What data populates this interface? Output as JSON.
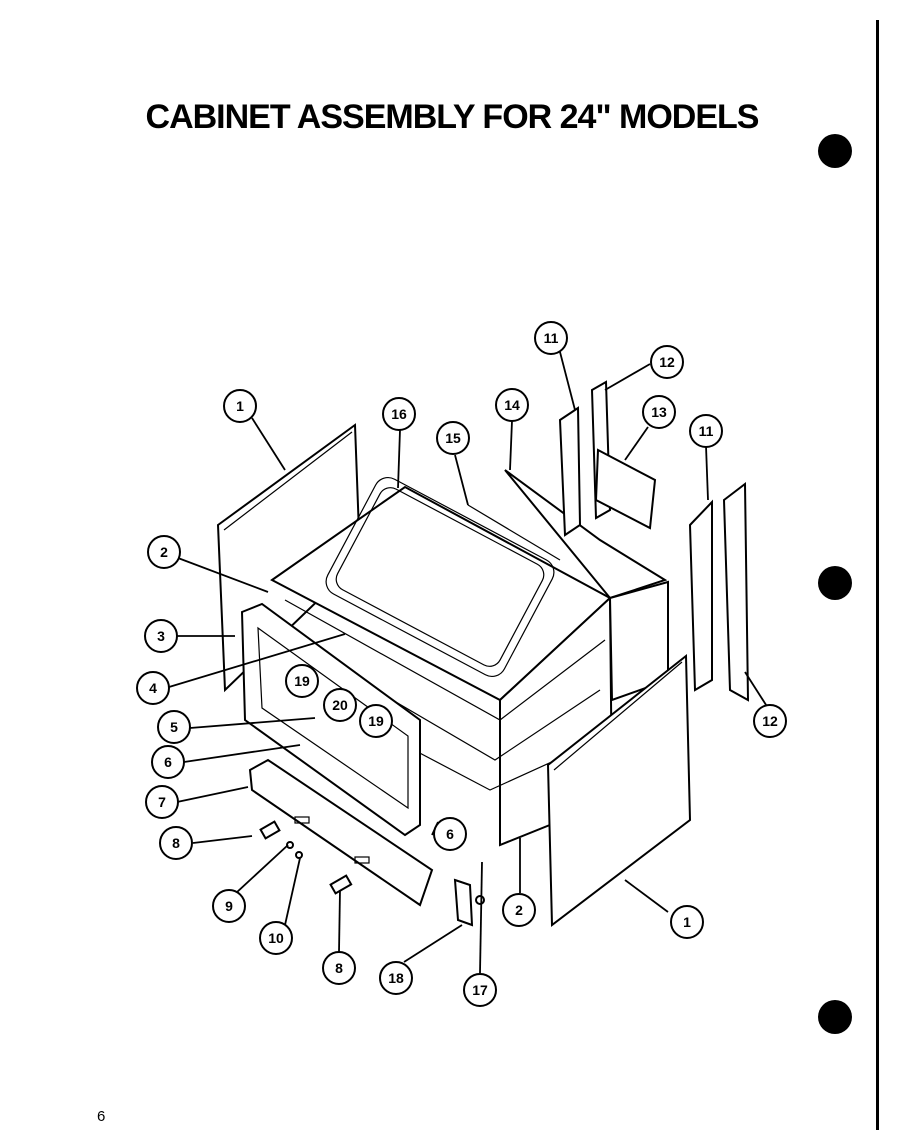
{
  "title": "CABINET ASSEMBLY FOR 24\" MODELS",
  "page_number": "6",
  "callouts": [
    "1",
    "2",
    "3",
    "4",
    "5",
    "6",
    "7",
    "8",
    "9",
    "10",
    "11",
    "12",
    "13",
    "14",
    "15",
    "16",
    "17",
    "18",
    "19",
    "20"
  ]
}
